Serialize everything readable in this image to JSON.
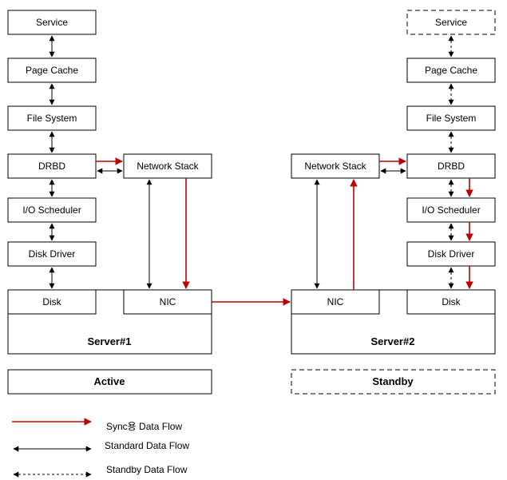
{
  "colors": {
    "sync": "#c00000",
    "standard": "#000000"
  },
  "server1": {
    "service": "Service",
    "page_cache": "Page Cache",
    "file_system": "File System",
    "drbd": "DRBD",
    "network_stack": "Network Stack",
    "io_scheduler": "I/O Scheduler",
    "disk_driver": "Disk Driver",
    "disk": "Disk",
    "nic": "NIC",
    "name": "Server#1",
    "role": "Active"
  },
  "server2": {
    "service": "Service",
    "page_cache": "Page Cache",
    "file_system": "File System",
    "drbd": "DRBD",
    "network_stack": "Network Stack",
    "io_scheduler": "I/O Scheduler",
    "disk_driver": "Disk Driver",
    "disk": "Disk",
    "nic": "NIC",
    "name": "Server#2",
    "role": "Standby"
  },
  "legend": {
    "sync": "Sync용 Data Flow",
    "standard": "Standard Data Flow",
    "standby": "Standby Data Flow"
  }
}
